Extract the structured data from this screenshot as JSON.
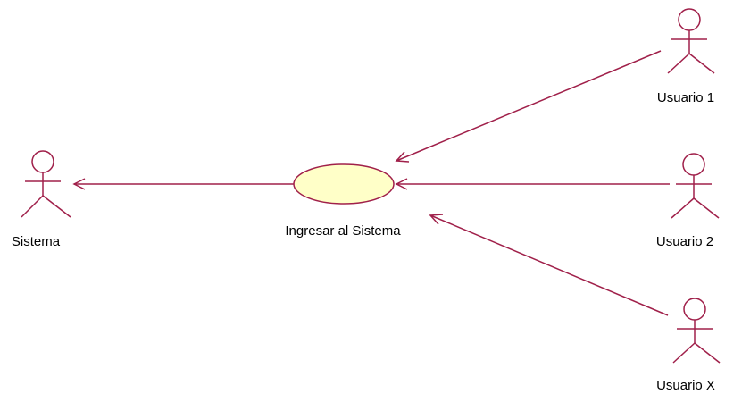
{
  "diagram": {
    "type": "use-case",
    "colors": {
      "line": "#a0204a",
      "usecase_fill": "#ffffc8",
      "text": "#000000"
    },
    "use_case": {
      "label": "Ingresar al Sistema"
    },
    "actors": {
      "sistema": {
        "label": "Sistema"
      },
      "usuario1": {
        "label": "Usuario 1"
      },
      "usuario2": {
        "label": "Usuario 2"
      },
      "usuarioX": {
        "label": "Usuario X"
      }
    }
  }
}
